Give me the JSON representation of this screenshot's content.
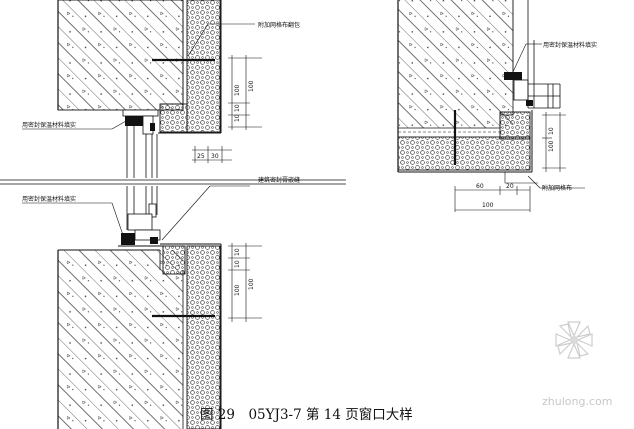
{
  "caption": "图 29　05YJ3-7 第 14 页窗口大样",
  "labels": {
    "top_anchor": "附加网格布翻包",
    "left_upper": "用密封保温材料填实",
    "left_lower": "用密封保温材料填实",
    "middle": "建筑密封膏嵌缝",
    "right_top": "用密封保温材料填实",
    "right_bottom": "附加网格布"
  },
  "dimensions": {
    "left_top_total": "100",
    "left_top_a": "10",
    "left_top_b": "10",
    "left_mid_a": "25",
    "left_mid_b": "30",
    "left_bot_total": "100",
    "left_bot_a": "10",
    "left_bot_b": "10",
    "right_side": "100",
    "right_side_a": "10",
    "right_bottom_a": "60",
    "right_bottom_b": "20",
    "right_bottom_total": "100"
  },
  "watermark": "zhulong.com",
  "colors": {
    "line": "#111111",
    "hatch": "#333333",
    "watermark": "#bdbdbd"
  }
}
